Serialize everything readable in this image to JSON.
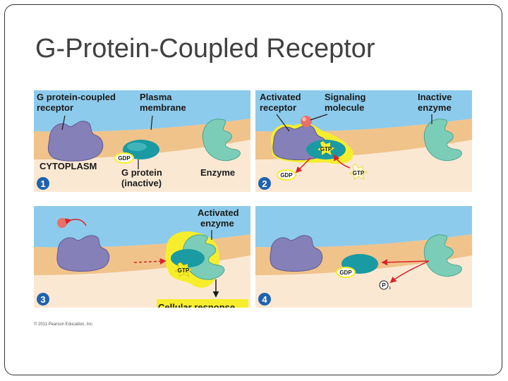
{
  "slide": {
    "title": "G-Protein-Coupled Receptor"
  },
  "colors": {
    "extracellular": "#8dcbec",
    "membrane": "#f0c38a",
    "cytoplasm": "#fbe8d3",
    "receptor": "#8680b8",
    "g_protein": "#1a9aa3",
    "enzyme": "#7ccdb8",
    "highlight": "#f6ee2c",
    "signal_molecule": "#e8706a",
    "arrow": "#d8232a"
  },
  "panels": [
    {
      "step": "1",
      "labels": {
        "receptor_line1": "G protein-coupled",
        "receptor_line2": "receptor",
        "membrane_line1": "Plasma",
        "membrane_line2": "membrane",
        "cytoplasm": "CYTOPLASM",
        "gprotein_line1": "G protein",
        "gprotein_line2": "(inactive)",
        "enzyme": "Enzyme",
        "gdp": "GDP"
      }
    },
    {
      "step": "2",
      "labels": {
        "receptor_line1": "Activated",
        "receptor_line2": "receptor",
        "signal_line1": "Signaling",
        "signal_line2": "molecule",
        "enzyme_line1": "Inactive",
        "enzyme_line2": "enzyme",
        "gtp": "GTP",
        "gdp": "GDP",
        "gtp_free": "GTP"
      }
    },
    {
      "step": "3",
      "labels": {
        "enzyme_line1": "Activated",
        "enzyme_line2": "enzyme",
        "gtp": "GTP",
        "response": "Cellular response"
      }
    },
    {
      "step": "4",
      "labels": {
        "gdp": "GDP",
        "phosphate": "P",
        "phosphate_sub": "i"
      }
    }
  ],
  "copyright": "© 2011 Pearson Education, Inc."
}
